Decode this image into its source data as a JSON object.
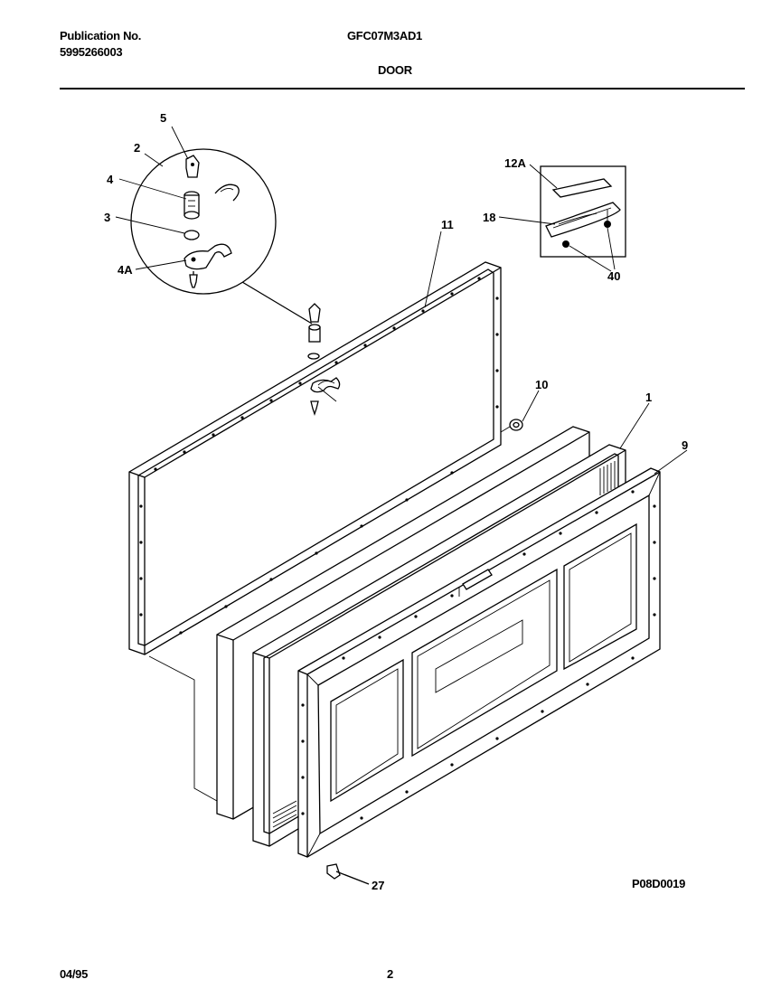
{
  "header": {
    "publication_label": "Publication No.",
    "publication_number": "5995266003",
    "model": "GFC07M3AD1",
    "section": "DOOR"
  },
  "diagram": {
    "part_labels": {
      "p1": "1",
      "p2": "2",
      "p3": "3",
      "p4": "4",
      "p4a": "4A",
      "p5": "5",
      "p9": "9",
      "p10": "10",
      "p11": "11",
      "p12a": "12A",
      "p18": "18",
      "p27": "27",
      "p40": "40"
    },
    "drawing_code": "P08D0019"
  },
  "footer": {
    "date": "04/95",
    "page": "2"
  }
}
